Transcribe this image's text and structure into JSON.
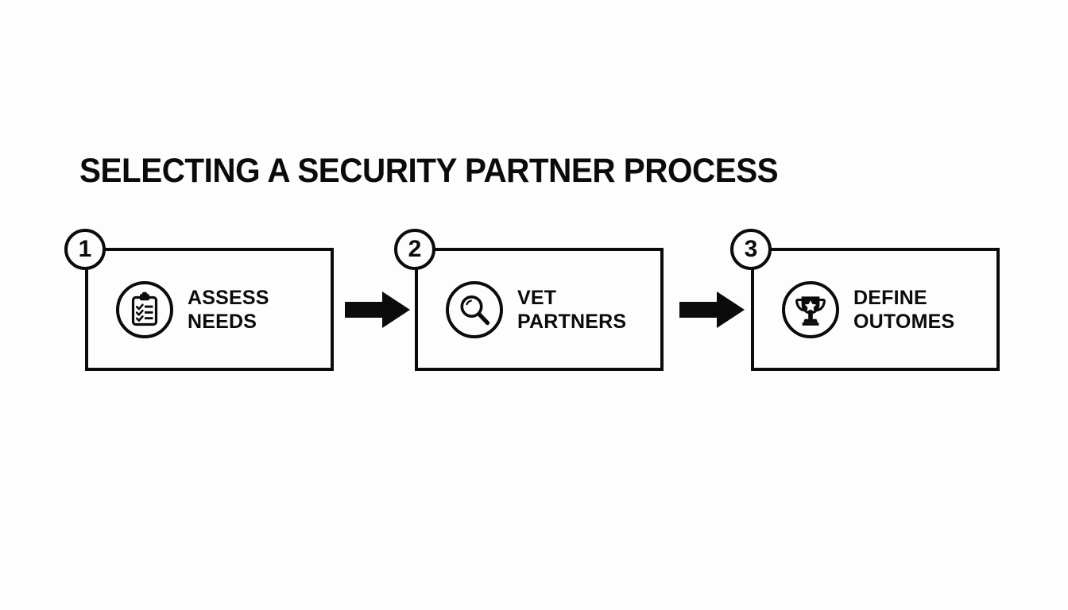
{
  "slide": {
    "title": "SELECTING A SECURITY PARTNER PROCESS",
    "background_color": "#fdfdfd",
    "ink_color": "#0b0b0b"
  },
  "steps": [
    {
      "number": "1",
      "icon": "clipboard-checklist-icon",
      "label": "ASSESS\nNEEDS",
      "line1": "ASSESS",
      "line2": "NEEDS"
    },
    {
      "number": "2",
      "icon": "magnifying-glass-icon",
      "label": "VET\nPARTNERS",
      "line1": "VET",
      "line2": "PARTNERS"
    },
    {
      "number": "3",
      "icon": "trophy-star-icon",
      "label": "DEFINE\nOUTOMES",
      "line1": "DEFINE",
      "line2": "OUTOMES"
    }
  ],
  "connectors": [
    {
      "icon": "arrow-right-icon",
      "from": "1",
      "to": "2"
    },
    {
      "icon": "arrow-right-icon",
      "from": "2",
      "to": "3"
    }
  ]
}
